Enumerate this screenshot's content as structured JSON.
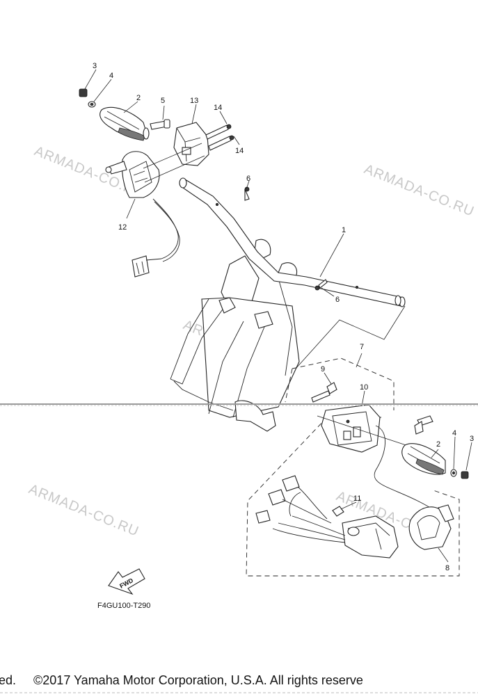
{
  "diagram": {
    "figure_code": "F4GU100-T290",
    "fwd_label": "FWD",
    "watermark": "ARMADA-CO.RU",
    "copyright": "ed.     ©2017 Yamaha Motor Corporation, U.S.A. All rights reserve",
    "callouts": {
      "c3a": "3",
      "c4a": "4",
      "c2a": "2",
      "c5": "5",
      "c13": "13",
      "c14a": "14",
      "c14b": "14",
      "c6a": "6",
      "c12": "12",
      "c1": "1",
      "c6b": "6",
      "c7": "7",
      "c9": "9",
      "c10": "10",
      "c2b": "2",
      "c4b": "4",
      "c3b": "3",
      "c11": "11",
      "c8": "8"
    }
  }
}
